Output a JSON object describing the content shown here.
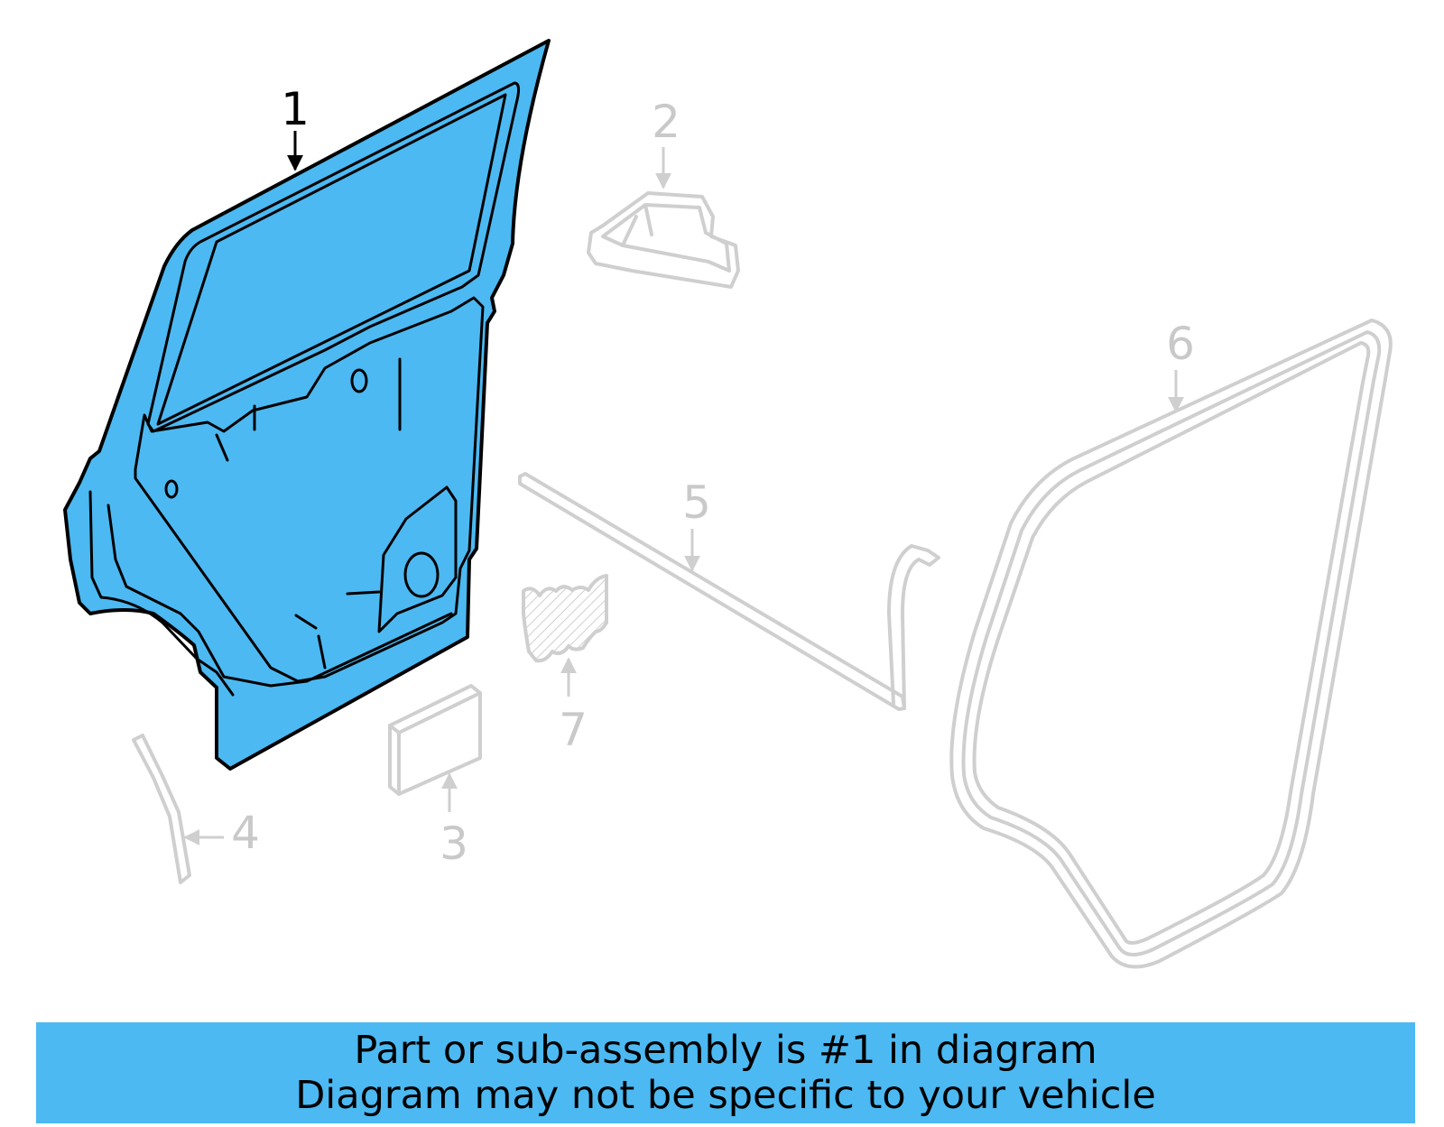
{
  "colors": {
    "highlight": "#4cb9f2",
    "ghost": "#cfcfcf",
    "outline": "#000000",
    "background": "#ffffff"
  },
  "parts": [
    {
      "number": "1",
      "name": "door-shell",
      "highlighted": true
    },
    {
      "number": "2",
      "name": "handle-bracket",
      "highlighted": false
    },
    {
      "number": "3",
      "name": "pad",
      "highlighted": false
    },
    {
      "number": "4",
      "name": "trim-strip",
      "highlighted": false
    },
    {
      "number": "5",
      "name": "belt-weatherstrip",
      "highlighted": false
    },
    {
      "number": "6",
      "name": "door-seal",
      "highlighted": false
    },
    {
      "number": "7",
      "name": "insulator",
      "highlighted": false
    }
  ],
  "callouts": {
    "c1": "1",
    "c2": "2",
    "c3": "3",
    "c4": "4",
    "c5": "5",
    "c6": "6",
    "c7": "7"
  },
  "banner": {
    "line1": "Part or sub-assembly is #1 in diagram",
    "line2": "Diagram may not be specific to your vehicle"
  }
}
